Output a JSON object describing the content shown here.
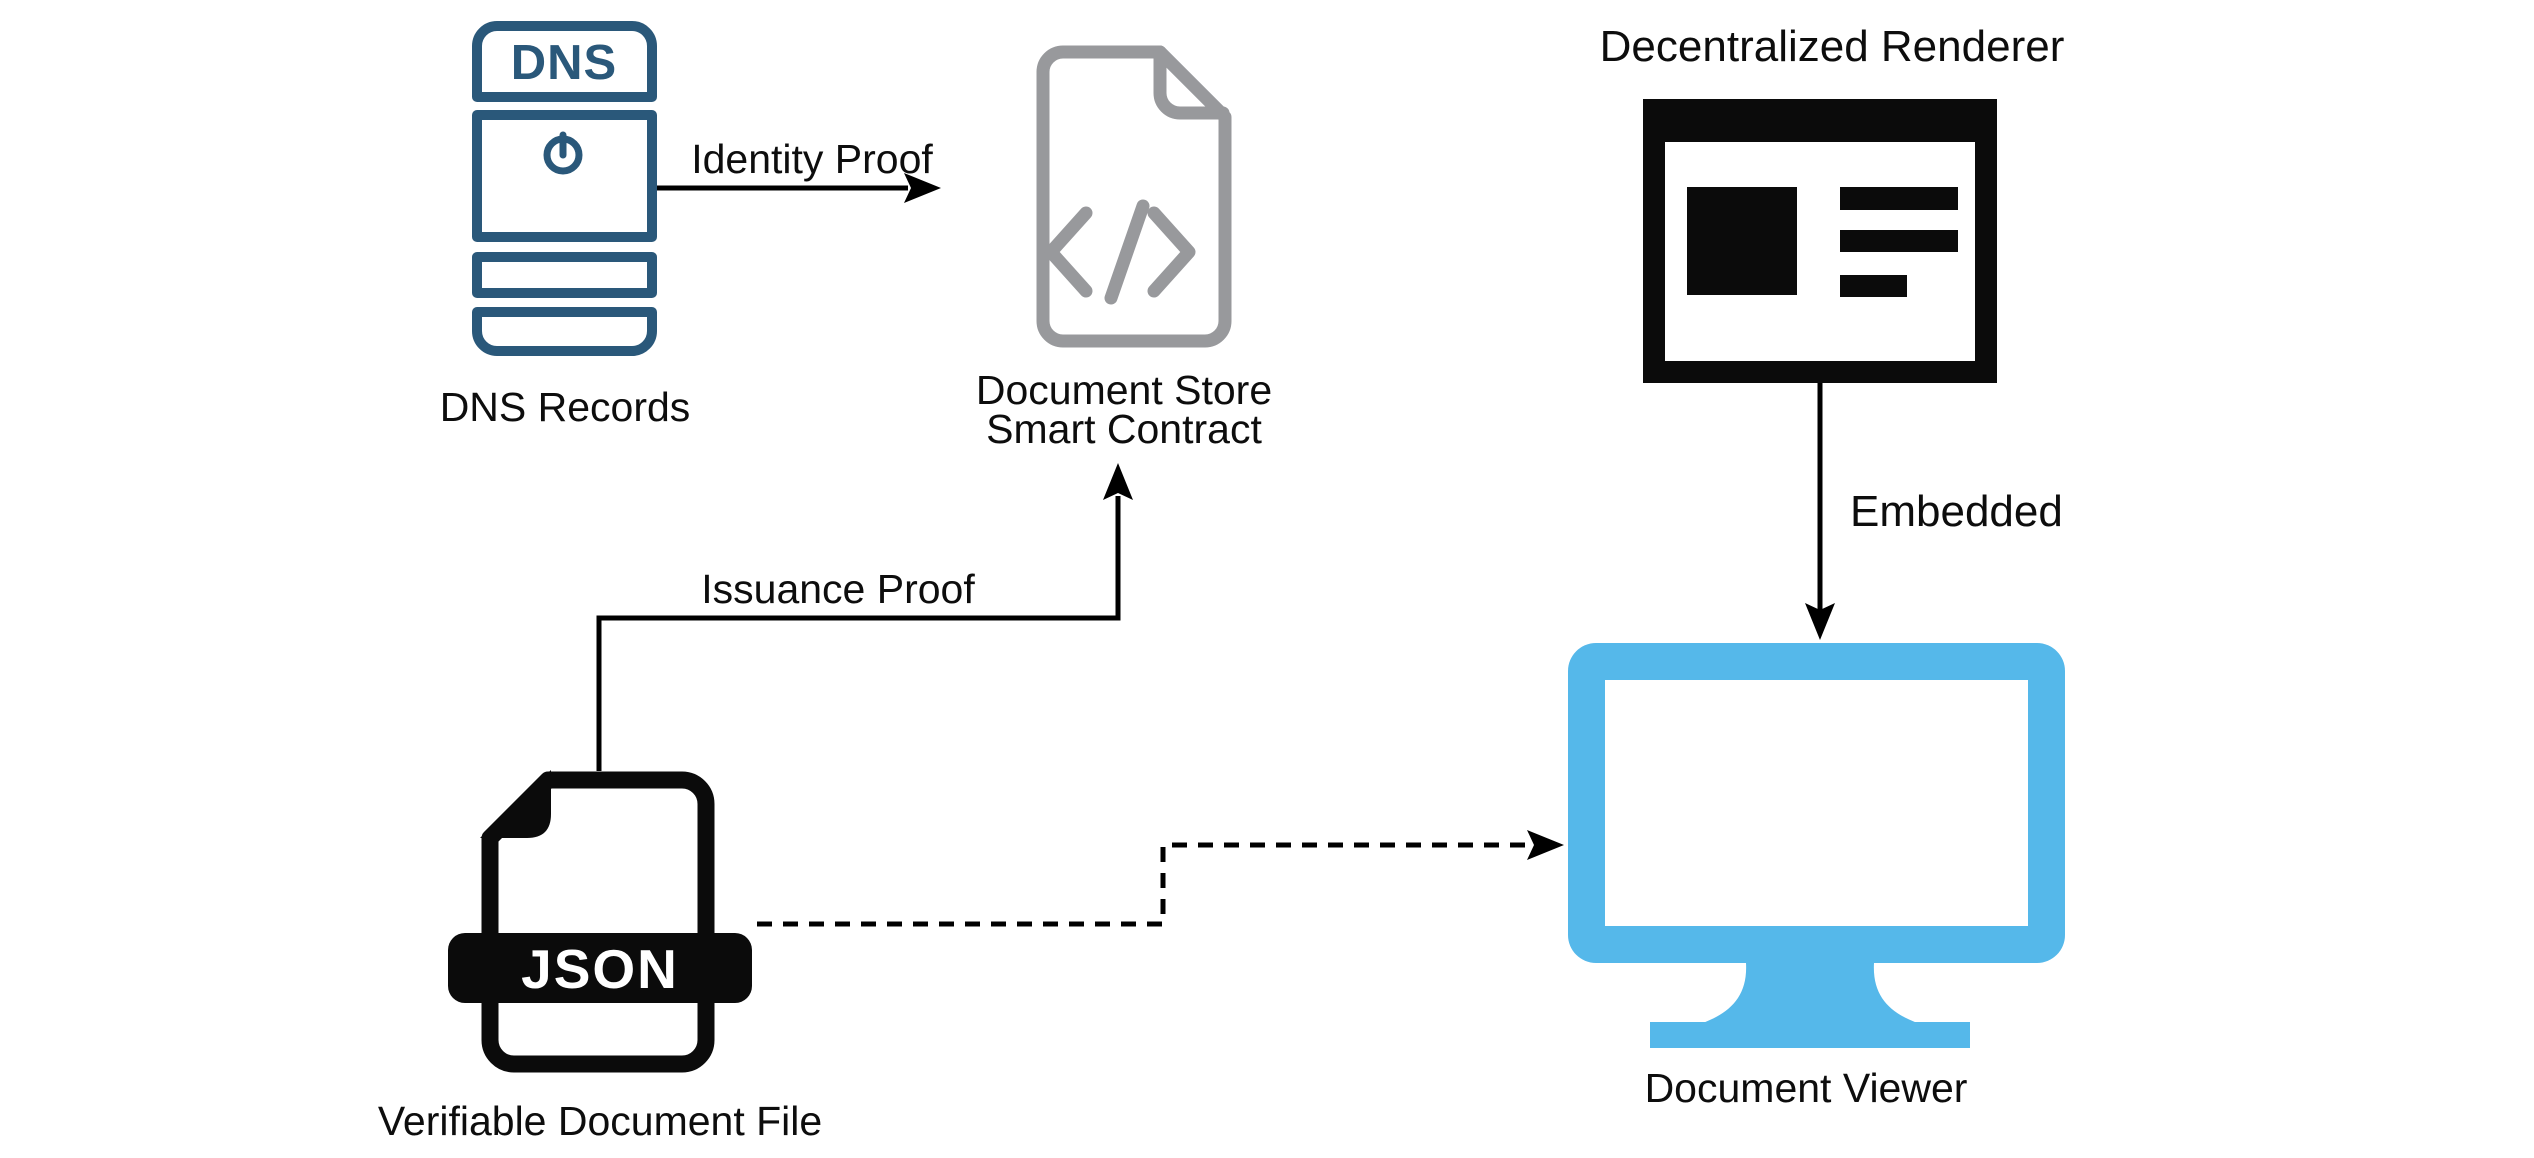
{
  "diagram_type": "architecture-flow",
  "nodes": {
    "dns_records": {
      "icon": "dns-server-icon",
      "icon_text": "DNS",
      "label": "DNS Records"
    },
    "document_store": {
      "icon": "code-file-icon",
      "label_line1": "Document Store",
      "label_line2": "Smart Contract"
    },
    "decentralized_renderer": {
      "icon": "browser-window-icon",
      "label": "Decentralized Renderer"
    },
    "verifiable_document_file": {
      "icon": "json-file-icon",
      "icon_text": "JSON",
      "label": "Verifiable Document File"
    },
    "document_viewer": {
      "icon": "monitor-icon",
      "label": "Document Viewer"
    }
  },
  "edges": {
    "identity_proof": {
      "label": "Identity Proof",
      "from": "dns_records",
      "to": "document_store",
      "style": "solid"
    },
    "issuance_proof": {
      "label": "Issuance Proof",
      "from": "verifiable_document_file",
      "to": "document_store",
      "style": "solid"
    },
    "embedded": {
      "label": "Embedded",
      "from": "decentralized_renderer",
      "to": "document_viewer",
      "style": "solid"
    },
    "document_to_viewer": {
      "label": "",
      "from": "verifiable_document_file",
      "to": "document_viewer",
      "style": "dashed"
    }
  },
  "colors": {
    "dns_blue": "#2a587a",
    "contract_gray": "#98999c",
    "monitor_blue": "#55b8ea",
    "icon_black": "#0b0b0b",
    "line_black": "#000000",
    "background": "#ffffff",
    "text_black": "#0d0d0d"
  }
}
